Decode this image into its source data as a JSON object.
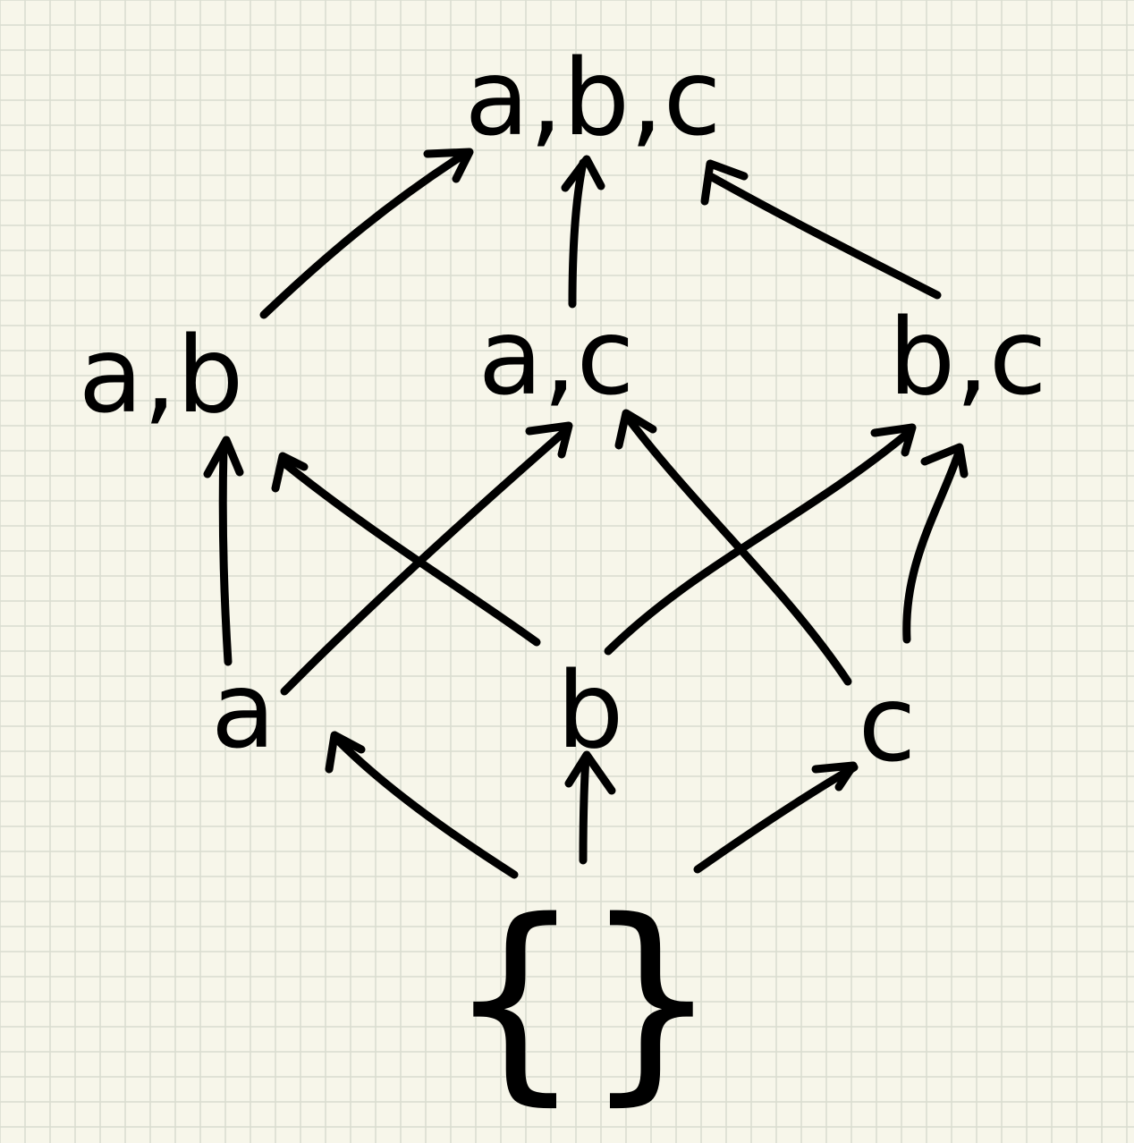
{
  "nodes": {
    "abc": "a,b,c",
    "ab": "a,b",
    "ac": "a,c",
    "bc": "b,c",
    "a": "a",
    "b": "b",
    "c": "c",
    "empty": "{}"
  },
  "colors": {
    "background": "#f7f6ea",
    "grid": "#d9dccf",
    "ink": "#000000"
  }
}
